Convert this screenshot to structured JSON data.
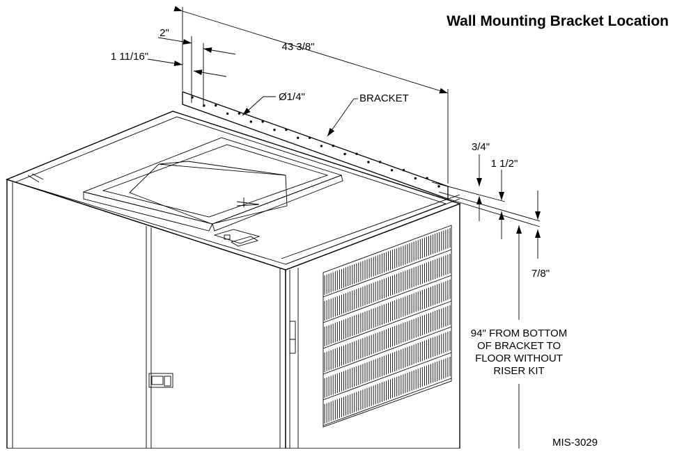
{
  "title": "Wall Mounting Bracket Location",
  "drawing_number": "MIS-3029",
  "dimensions": {
    "overall_length": "43 3/8\"",
    "first_hole_offset": "2\"",
    "second_hole_offset": "1 11/16\"",
    "hole_diameter": "Ø1/4\"",
    "bracket_label": "BRACKET",
    "hole_row_top": "3/4\"",
    "hole_row_spacing": "1 1/2\"",
    "bracket_bottom": "7/8\""
  },
  "floor_note": {
    "line1": "94\" FROM BOTTOM",
    "line2": "OF BRACKET TO",
    "line3": "FLOOR WITHOUT",
    "line4": "RISER KIT"
  },
  "colors": {
    "line": "#000000",
    "background": "#ffffff"
  }
}
